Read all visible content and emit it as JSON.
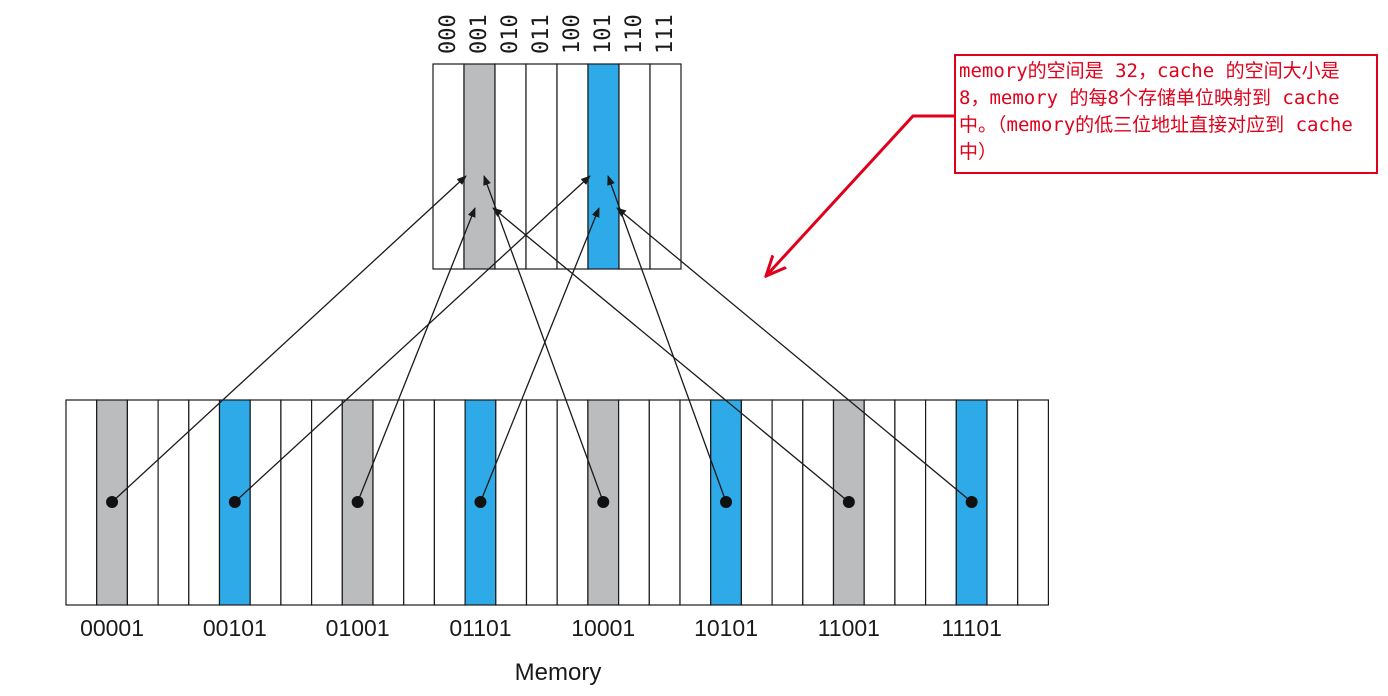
{
  "diagram": {
    "cache": {
      "slots": [
        "000",
        "001",
        "010",
        "011",
        "100",
        "101",
        "110",
        "111"
      ],
      "highlighted": {
        "001": "gray",
        "101": "blue"
      }
    },
    "memory": {
      "label": "Memory",
      "block_count": 32,
      "addresses": [
        "00001",
        "00101",
        "01001",
        "01101",
        "10001",
        "10101",
        "11001",
        "11101"
      ],
      "mappings": [
        {
          "from": "00001",
          "to": "001"
        },
        {
          "from": "00101",
          "to": "101"
        },
        {
          "from": "01001",
          "to": "001"
        },
        {
          "from": "01101",
          "to": "101"
        },
        {
          "from": "10001",
          "to": "001"
        },
        {
          "from": "10101",
          "to": "101"
        },
        {
          "from": "11001",
          "to": "001"
        },
        {
          "from": "11101",
          "to": "101"
        }
      ]
    },
    "colors": {
      "gray": "#bbbcbe",
      "blue": "#2eaae8",
      "note": "#e0001b",
      "line": "#1a1a1a"
    },
    "note": {
      "text": "memory的空间是 32，cache 的空间大小是 8，memory 的每8个存储单位映射到 cache 中。（memory的低三位地址直接对应到 cache 中）"
    }
  }
}
